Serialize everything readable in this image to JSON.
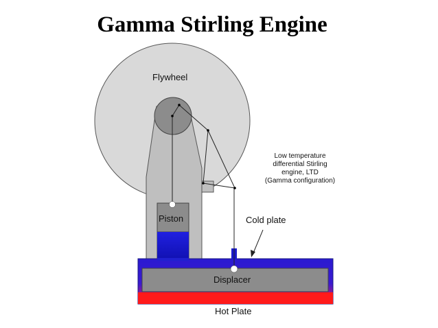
{
  "title": "Gamma Stirling Engine",
  "labels": {
    "flywheel": "Flywheel",
    "piston": "Piston",
    "displacer": "Displacer",
    "hot_plate": "Hot Plate",
    "cold_plate": "Cold plate",
    "note_line1": "Low temperature",
    "note_line2": "differential Stirling",
    "note_line3": "engine, LTD",
    "note_line4": "(Gamma configuration)"
  },
  "colors": {
    "flywheel": "#d9d9d9",
    "frame": "#bfbfbf",
    "piston": "#8c8c8c",
    "displacer": "#8c8c8c",
    "cold_gas": "#1a1acc",
    "hot_plate": "#ff1a1a",
    "hub": "#8c8c8c"
  }
}
